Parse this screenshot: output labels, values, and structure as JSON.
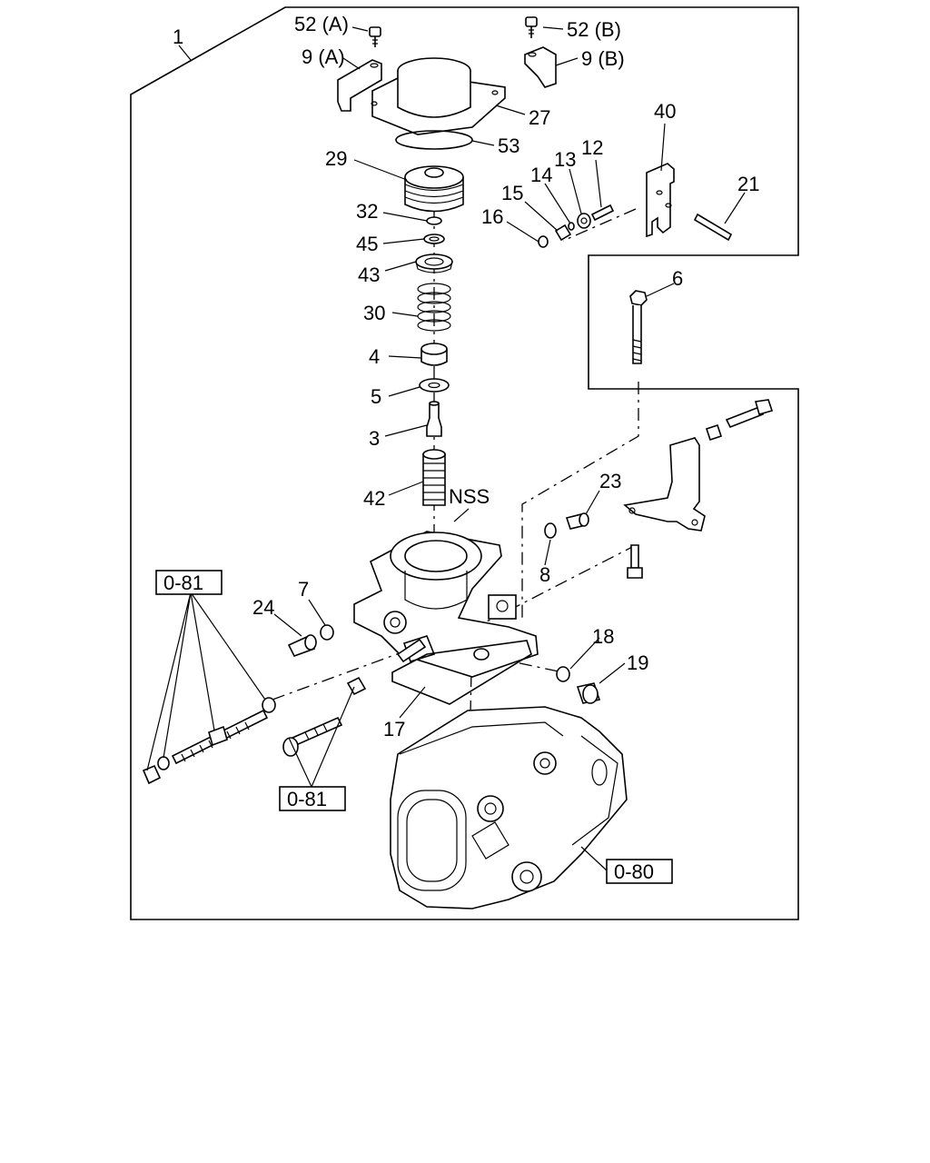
{
  "labels": {
    "l1": "1",
    "l52a": "52 (A)",
    "l9a": "9 (A)",
    "l52b": "52 (B)",
    "l9b": "9 (B)",
    "l27": "27",
    "l53": "53",
    "l29": "29",
    "l32": "32",
    "l45": "45",
    "l43": "43",
    "l30": "30",
    "l4": "4",
    "l5": "5",
    "l3": "3",
    "l42": "42",
    "lnss": "NSS",
    "l40": "40",
    "l12": "12",
    "l13": "13",
    "l14": "14",
    "l15": "15",
    "l16": "16",
    "l21": "21",
    "l6": "6",
    "l23": "23",
    "l8": "8",
    "l7": "7",
    "l24": "24",
    "l18": "18",
    "l19": "19",
    "l17": "17"
  },
  "refs": {
    "ref081_top": "0-81",
    "ref081_bottom": "0-81",
    "ref080": "0-80"
  }
}
